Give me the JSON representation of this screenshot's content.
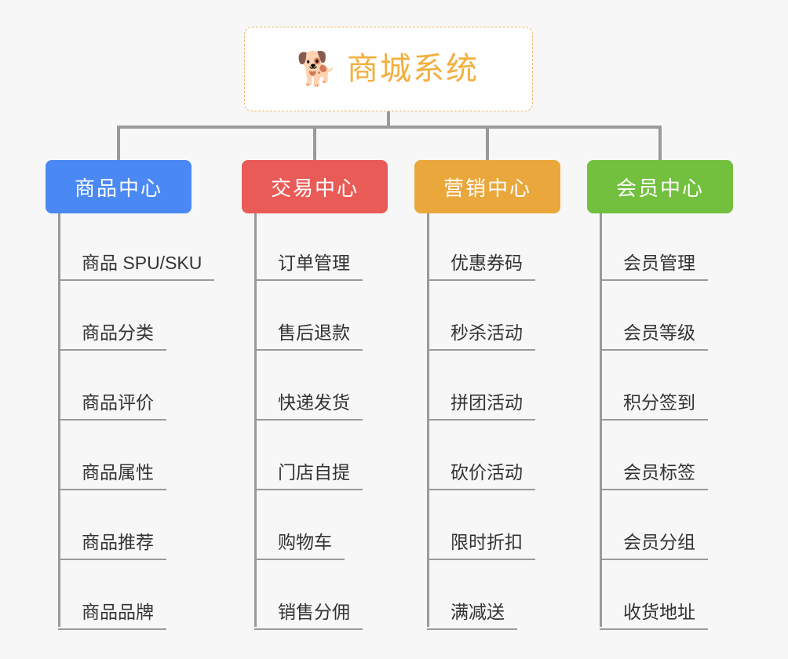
{
  "background_color": "#f7f7f7",
  "root": {
    "icon": "shiba-dog-face-emoji",
    "icon_glyph": "🐕",
    "title": "商城系统",
    "title_color": "#f2b03e",
    "border_color": "#e8b866"
  },
  "connector_color": "#9a9a9a",
  "columns": [
    {
      "label": "商品中心",
      "color": "#4a89f3",
      "items": [
        "商品 SPU/SKU",
        "商品分类",
        "商品评价",
        "商品属性",
        "商品推荐",
        "商品品牌"
      ]
    },
    {
      "label": "交易中心",
      "color": "#e95b57",
      "items": [
        "订单管理",
        "售后退款",
        "快递发货",
        "门店自提",
        "购物车",
        "销售分佣"
      ]
    },
    {
      "label": "营销中心",
      "color": "#eaa73c",
      "items": [
        "优惠券码",
        "秒杀活动",
        "拼团活动",
        "砍价活动",
        "限时折扣",
        "满减送"
      ]
    },
    {
      "label": "会员中心",
      "color": "#73c03f",
      "items": [
        "会员管理",
        "会员等级",
        "积分签到",
        "会员标签",
        "会员分组",
        "收货地址"
      ]
    }
  ]
}
